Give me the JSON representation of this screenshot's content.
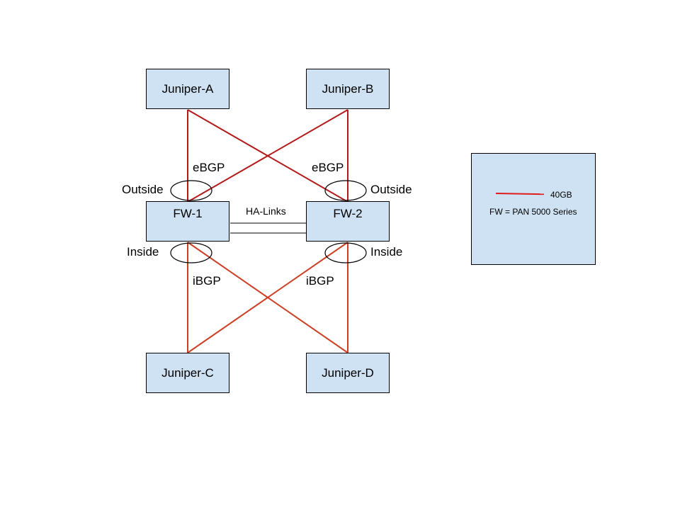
{
  "nodes": {
    "juniper_a": "Juniper-A",
    "juniper_b": "Juniper-B",
    "fw1": "FW-1",
    "fw2": "FW-2",
    "juniper_c": "Juniper-C",
    "juniper_d": "Juniper-D"
  },
  "labels": {
    "ebgp_left": "eBGP",
    "ebgp_right": "eBGP",
    "outside_left": "Outside",
    "outside_right": "Outside",
    "ha_links": "HA-Links",
    "inside_left": "Inside",
    "inside_right": "Inside",
    "ibgp_left": "iBGP",
    "ibgp_right": "iBGP"
  },
  "legend": {
    "link_speed": "40GB",
    "note": "FW = PAN 5000 Series"
  },
  "colors": {
    "node_fill": "#cfe2f3",
    "ebgp_link": "#b31b1b",
    "ibgp_link": "#cc4125",
    "legend_line": "#e01b1b"
  }
}
